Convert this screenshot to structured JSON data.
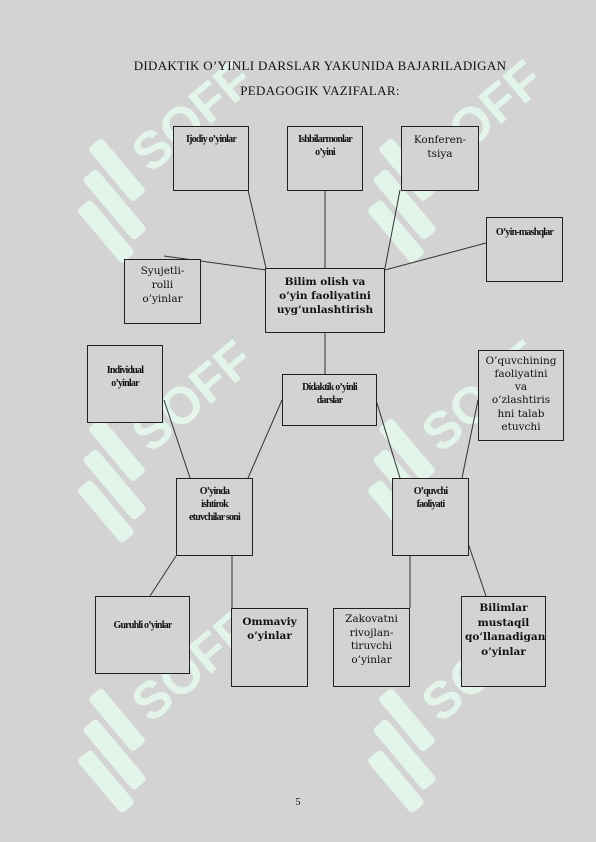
{
  "title": {
    "line1": "DIDAKTIK O’YINLI  DARSLAR  YAKUNIDA  BAJARILADIGAN",
    "line2": "PEDAGOGIK    VAZIFALAR:"
  },
  "nodes": {
    "ijodiy": "Ijodiy o’yinlar",
    "ishbilarmonlar": "Ishbilarmonlar\no’yini",
    "konferentsiya": "Konferen-\ntsiya",
    "oyin_mashqlar": "O’yin-mashqlar",
    "syujetli": "Syujetli-\nrolli\no’yinlar",
    "bilim": "Bilim olish va\no’yin faoliyatini\nuyg’unlashtirish",
    "individual": "Individual\no’yinlar",
    "didaktik": "Didaktik o’yinli\ndarslar",
    "oquvchining": "O’quvchining\nfaoliyatini\nva\no’zlashtiris\nhni talab\netuvchi",
    "oyinda": "O’yinda\nishtirok\netuvchilar soni",
    "oquvchi_faoliyati": "O’quvchi\nfaoliyati",
    "guruhli": "Guruhli o’yinlar",
    "ommaviy": "Ommaviy\no’yinlar",
    "zakovatni": "Zakovatni\nrivojlan-\ntiruvchi\no’yinlar",
    "bilimlar": "Bilimlar\nmustaqil\nqo’llanadigan\no’yinlar"
  },
  "watermark": {
    "text": "SOFF",
    "color": "#c8f0dc"
  },
  "page_number": "5"
}
